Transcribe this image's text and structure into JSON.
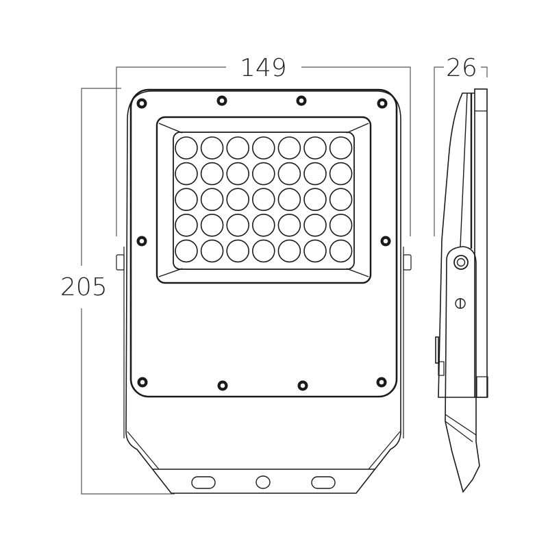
{
  "drawing": {
    "subject": "LED flood light dimension drawing",
    "views": [
      "front-view",
      "side-view"
    ],
    "units_implied": "mm",
    "stroke_color": "#1a1a1a",
    "dimension_line_color": "#555555"
  },
  "dimensions": {
    "width": "149",
    "height": "205",
    "depth": "26"
  },
  "led_array": {
    "rows": 5,
    "columns": 7,
    "count": 35
  },
  "screws": {
    "front_count": 10
  }
}
